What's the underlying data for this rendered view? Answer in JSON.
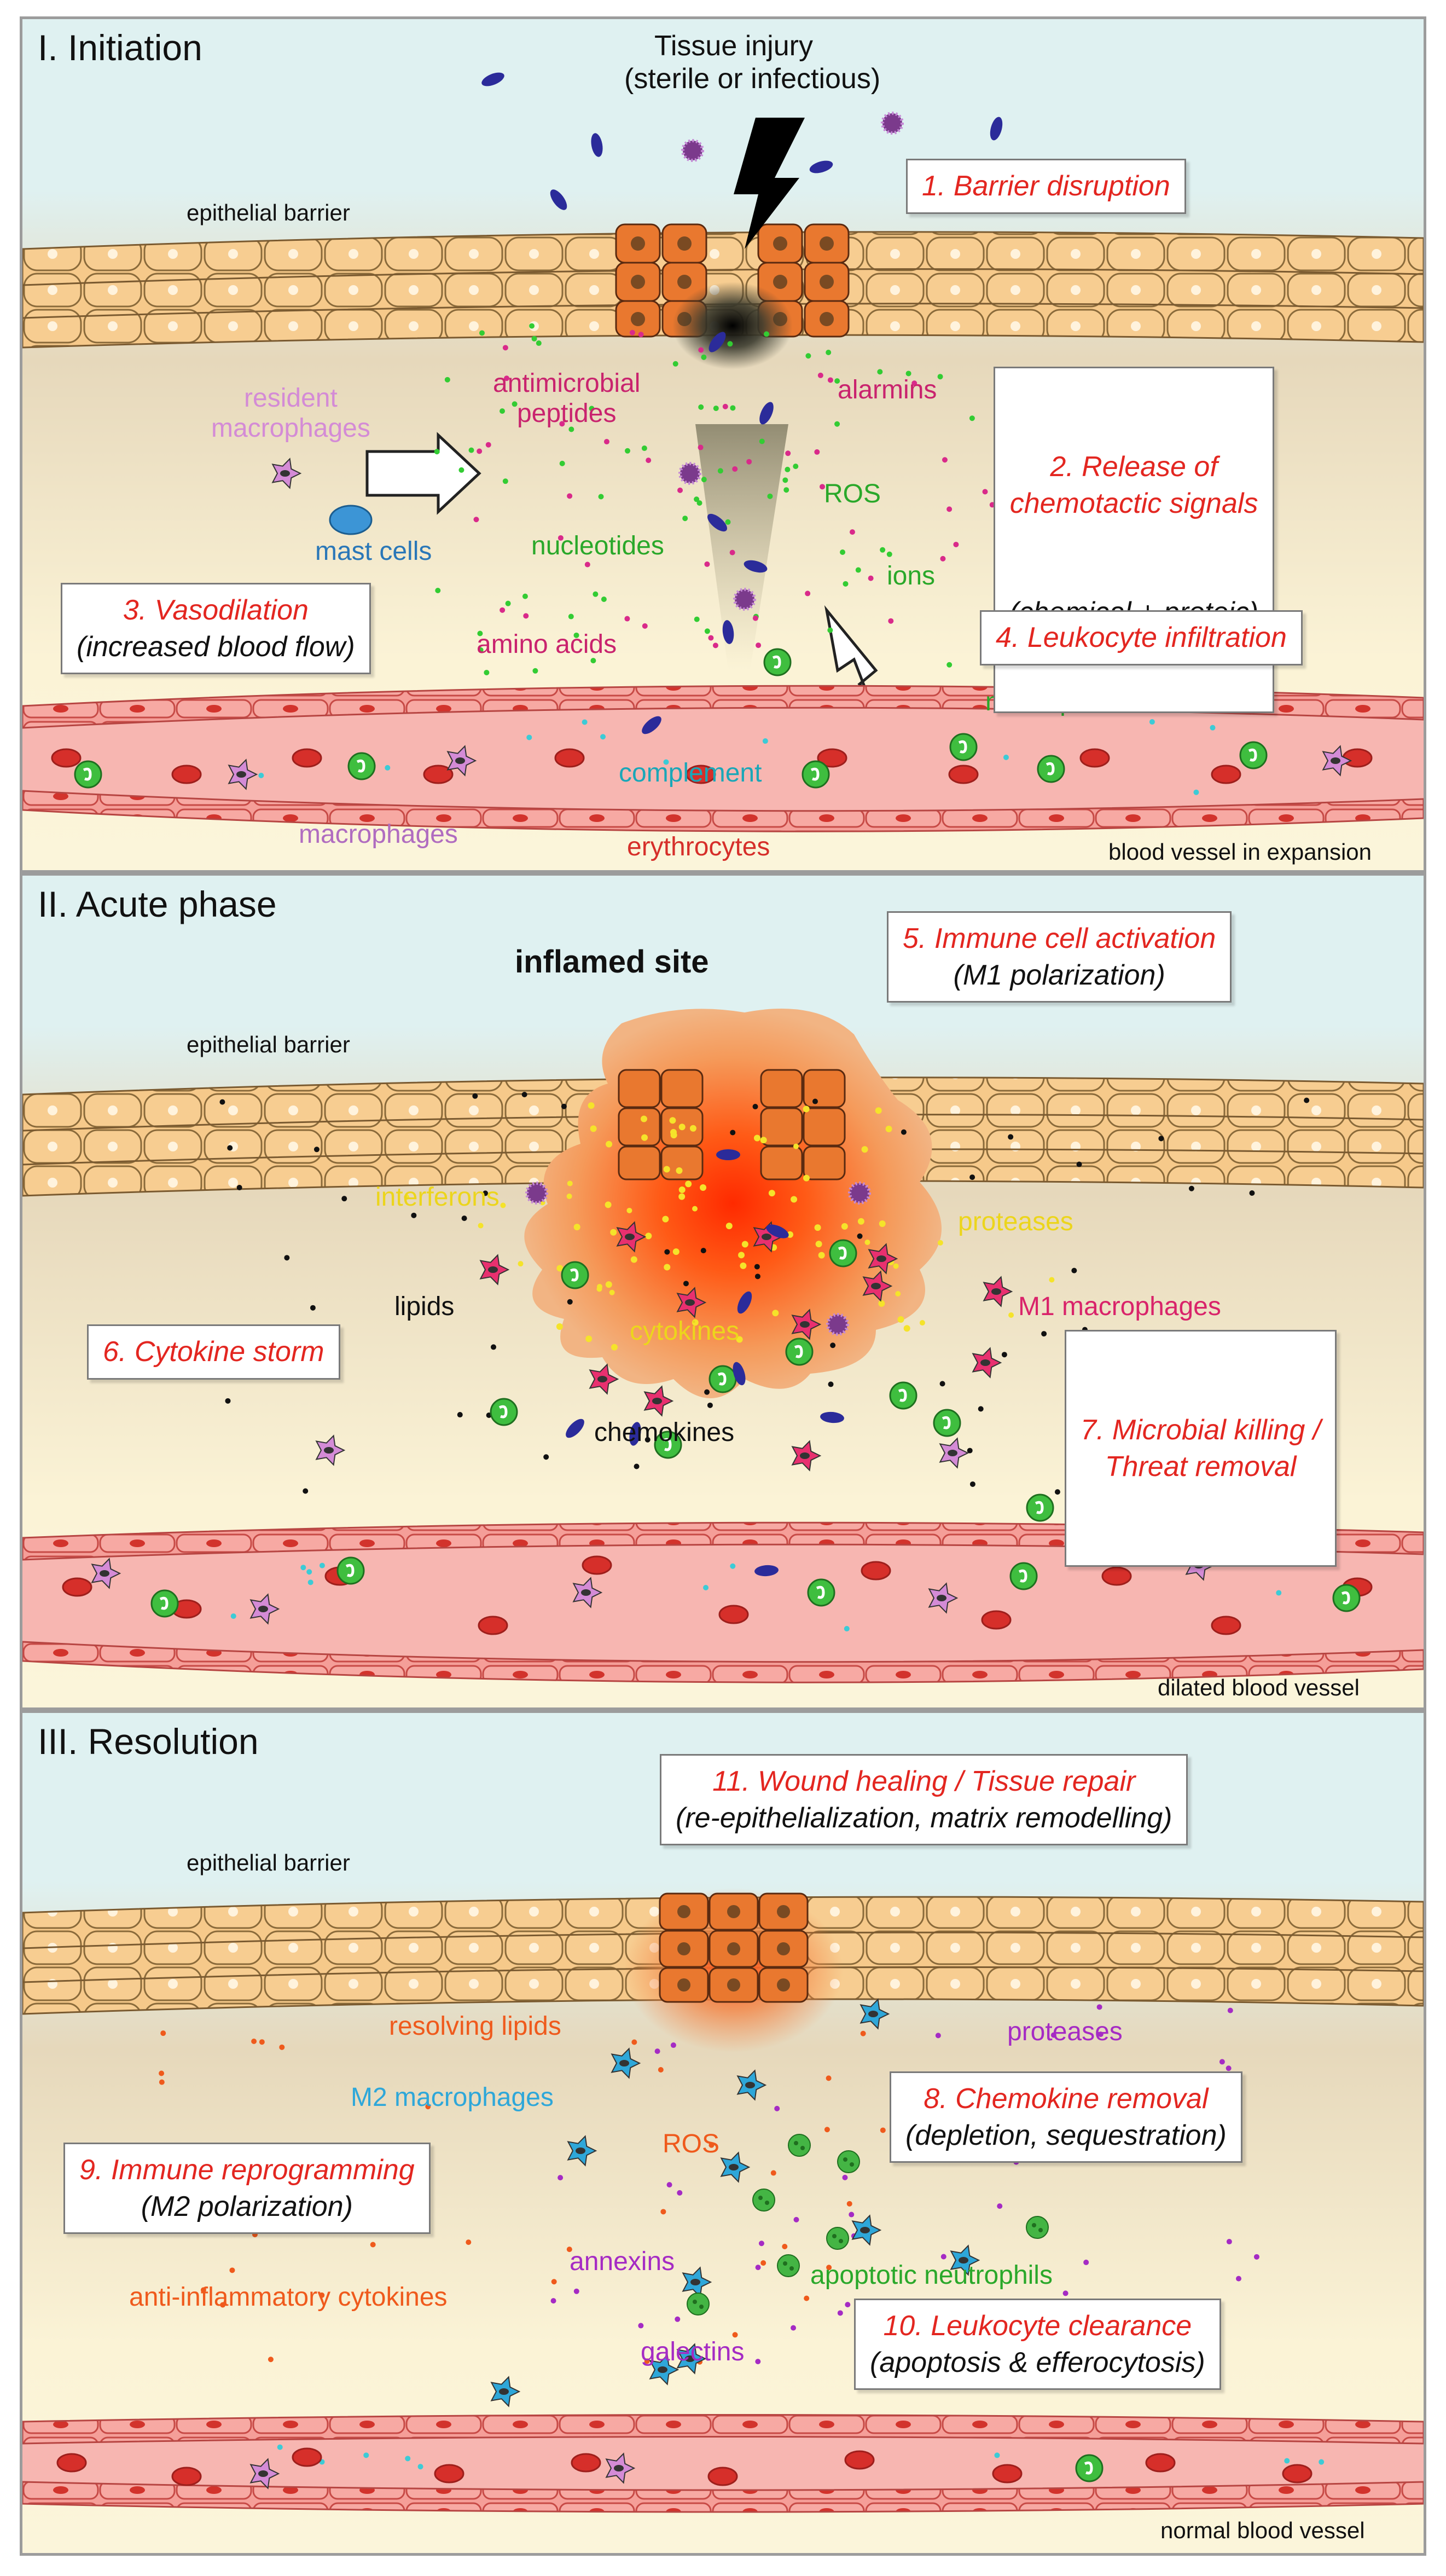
{
  "colors": {
    "panel_top": "#dff1f1",
    "panel_mid": "#e9dcc0",
    "panel_bottom": "#fbf5da",
    "epithelium": "#f6c98a",
    "epithelium_injured": "#e9782f",
    "vessel": "#f6b3b0",
    "vessel_wall": "#e7716d",
    "erythrocyte": "#d62f2a",
    "neutrophil": "#3fbe3f",
    "macrophage_resident": "#d48bd6",
    "m1_macrophage": "#e8306f",
    "m2_macrophage": "#2ea7d9",
    "mast_cell": "#3c95d6",
    "microbe": "#2b2b9a",
    "step_text": "#e32620",
    "inflammation": "#ff4a10"
  },
  "panels": [
    {
      "title": "I. Initiation",
      "injury_label": "Tissue injury",
      "injury_sub": "(sterile or infectious)",
      "barrier_label": "epithelial barrier",
      "vessel_label": "blood vessel in expansion",
      "labels": {
        "resident_macrophages": "resident\nmacrophages",
        "mast_cells": "mast cells",
        "antimicrobial_peptides": "antimicrobial\npeptides",
        "alarmins": "alarmins",
        "ros": "ROS",
        "nucleotides": "nucleotides",
        "ions": "ions",
        "amino_acids": "amino acids",
        "neutrophils": "neutrophils",
        "complement": "complement",
        "macrophages": "macrophages",
        "erythrocytes": "erythrocytes"
      },
      "steps": [
        {
          "title": "1. Barrier disruption",
          "sub": ""
        },
        {
          "title": "2. Release of\nchemotactic signals",
          "sub": "(chemical + proteic)"
        },
        {
          "title": "3. Vasodilation",
          "sub": "(increased blood flow)"
        },
        {
          "title": "4. Leukocyte infiltration",
          "sub": ""
        }
      ]
    },
    {
      "title": "II. Acute phase",
      "site_label": "inflamed site",
      "barrier_label": "epithelial barrier",
      "vessel_label": "dilated blood vessel",
      "labels": {
        "interferons": "interferons",
        "proteases": "proteases",
        "lipids": "lipids",
        "m1_macrophages": "M1 macrophages",
        "cytokines": "cytokines",
        "chemokines": "chemokines"
      },
      "steps": [
        {
          "title": "5. Immune cell activation",
          "sub": "(M1 polarization)"
        },
        {
          "title": "6. Cytokine storm",
          "sub": ""
        },
        {
          "title": "7. Microbial killing /\nThreat removal",
          "sub": ""
        }
      ]
    },
    {
      "title": "III. Resolution",
      "barrier_label": "epithelial barrier",
      "vessel_label": "normal blood vessel",
      "labels": {
        "resolving_lipids": "resolving lipids",
        "proteases": "proteases",
        "m2_macrophages": "M2 macrophages",
        "ros": "ROS",
        "annexins": "annexins",
        "apoptotic_neutrophils": "apoptotic neutrophils",
        "anti_inflammatory_cytokines": "anti-inflammatory cytokines",
        "galectins": "galectins"
      },
      "steps": [
        {
          "title": "11. Wound healing / Tissue repair",
          "sub": "(re-epithelialization, matrix remodelling)"
        },
        {
          "title": "8. Chemokine removal",
          "sub": "(depletion, sequestration)"
        },
        {
          "title": "9. Immune reprogramming",
          "sub": "(M2 polarization)"
        },
        {
          "title": "10. Leukocyte clearance",
          "sub": "(apoptosis & efferocytosis)"
        }
      ]
    }
  ]
}
